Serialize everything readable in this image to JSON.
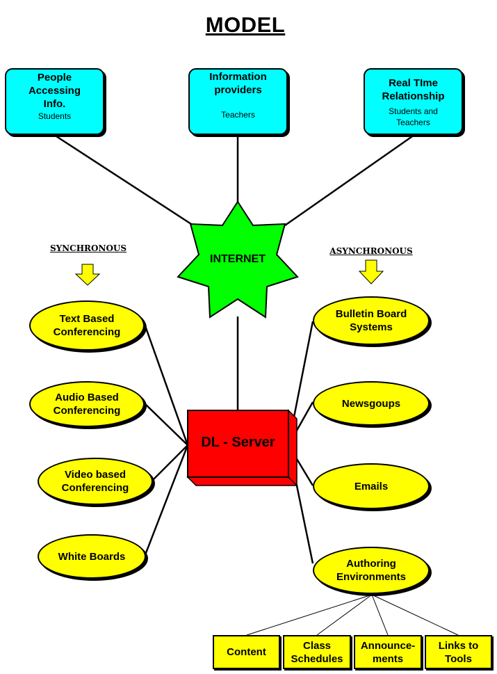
{
  "title": "MODEL",
  "top_boxes": [
    {
      "heading": "People Accessing Info.",
      "sub": "Students"
    },
    {
      "heading": "Information providers",
      "sub": "Teachers"
    },
    {
      "heading": "Real TIme Relationship",
      "sub": "Students and Teachers"
    }
  ],
  "hub": {
    "label": "INTERNET"
  },
  "server": {
    "label": "DL - Server"
  },
  "synchronous": {
    "label": "SYNCHRONOUS",
    "items": [
      "Text Based Conferencing",
      "Audio Based Conferencing",
      "Video based Conferencing",
      "White Boards"
    ]
  },
  "asynchronous": {
    "label": "ASYNCHRONOUS",
    "items": [
      "Bulletin Board Systems",
      "Newsgoups",
      "Emails",
      "Authoring Environments"
    ]
  },
  "authoring_children": [
    "Content",
    "Class Schedules",
    "Announce-ments",
    "Links to Tools"
  ],
  "colors": {
    "cyan": "#00ffff",
    "yellow": "#ffff00",
    "green": "#00ff00",
    "red": "#ff0000"
  }
}
